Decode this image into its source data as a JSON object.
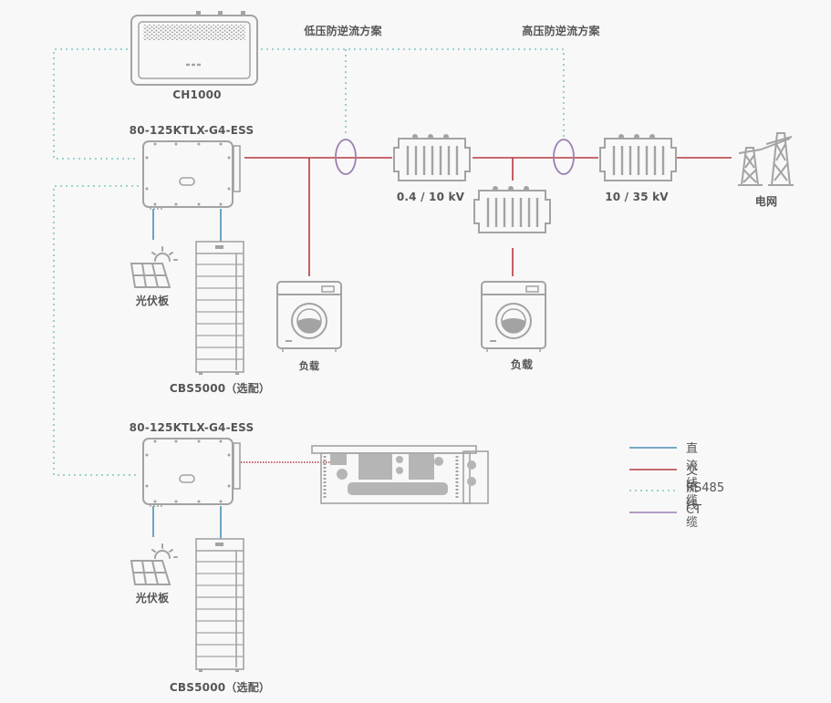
{
  "colors": {
    "dc_cable": "#4a8fb5",
    "ac_cable": "#b53a3f",
    "rs485": "#7fc6c2",
    "ct": "#9a7fb0",
    "device": "#a3a3a3",
    "text": "#555555"
  },
  "devices": {
    "controller": "CH1000",
    "inverter_top": "80-125KTLX-G4-ESS",
    "inverter_bottom": "80-125KTLX-G4-ESS",
    "pv_top": "光伏板",
    "pv_bottom": "光伏板",
    "battery_top": "CBS5000（选配）",
    "battery_bottom": "CBS5000（选配）",
    "transformer_low": "0.4 / 10 kV",
    "transformer_high": "10 / 35 kV",
    "grid": "电网",
    "load_left": "负载",
    "load_right": "负载"
  },
  "schemes": {
    "low_voltage": "低压防逆流方案",
    "high_voltage": "高压防逆流方案"
  },
  "legend": [
    {
      "label": "直流线缆",
      "type": "dc"
    },
    {
      "label": "交流线缆",
      "type": "ac"
    },
    {
      "label": "RS485",
      "type": "rs485"
    },
    {
      "label": "CT",
      "type": "ct"
    }
  ]
}
